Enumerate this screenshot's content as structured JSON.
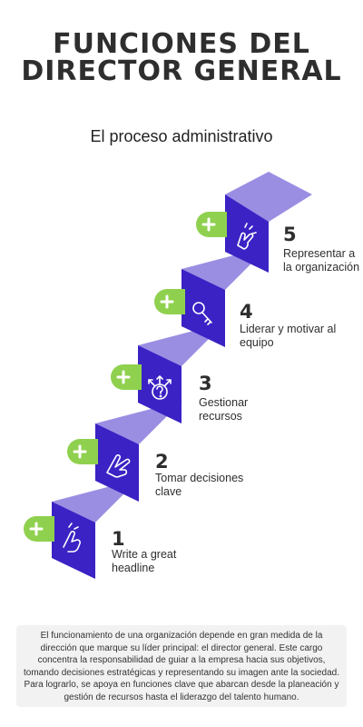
{
  "title_line1": "FUNCIONES DEL",
  "title_line2": "DIRECTOR GENERAL",
  "subtitle": "El proceso administrativo",
  "colors": {
    "riser": "#3a22c4",
    "tread": "#9a8ee3",
    "plus": "#8fd14f"
  },
  "steps": [
    {
      "number": "1",
      "label_line1": "Write a great",
      "label_line2": "headline",
      "icon": "hand-pointing-icon"
    },
    {
      "number": "2",
      "label_line1": "Tomar decisiones",
      "label_line2": "clave",
      "icon": "hand-peace-icon"
    },
    {
      "number": "3",
      "label_line1": "Gestionar",
      "label_line2": "recursos",
      "icon": "question-arrows-icon"
    },
    {
      "number": "4",
      "label_line1": "Liderar y motivar al",
      "label_line2": "equipo",
      "icon": "key-icon"
    },
    {
      "number": "5",
      "label_line1": "Representar a",
      "label_line2": "la organización",
      "icon": "hand-pinch-icon"
    }
  ],
  "footer": "El funcionamiento de una organización depende en gran medida de la dirección que marque su líder principal: el director general. Este cargo concentra la responsabilidad de guiar a la empresa hacia sus objetivos, tomando decisiones estratégicas y representando su imagen ante la sociedad. Para lograrlo, se apoya en funciones clave que abarcan desde la planeación y gestión de recursos hasta el liderazgo del talento humano."
}
